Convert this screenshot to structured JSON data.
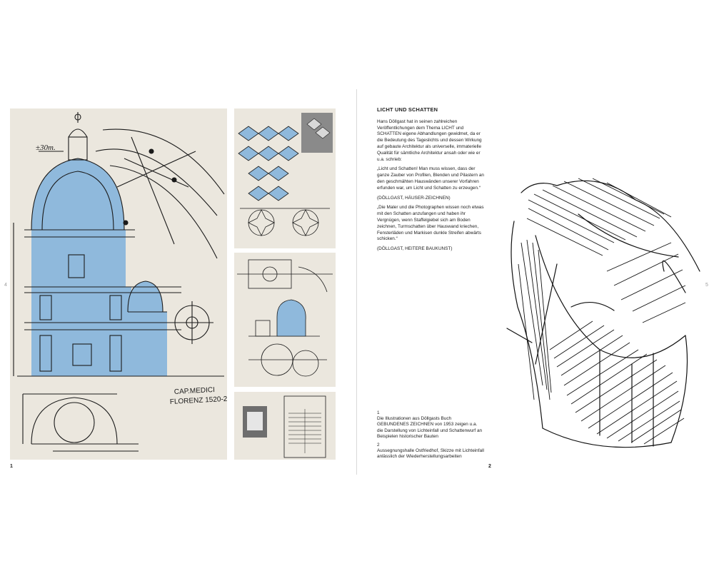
{
  "margins": {
    "left": "4",
    "right": "5"
  },
  "left_page": {
    "figure_main": {
      "handwritten_scale": "±30m.",
      "handwritten_inscription_line1": "CAP.MEDICI",
      "handwritten_inscription_line2": "FLORENZ 1520-2"
    },
    "figure_number": "1"
  },
  "right_page": {
    "heading": "LICHT UND SCHATTEN",
    "intro": "Hans Döllgast hat in seinen zahlreichen Veröffentlichungen dem Thema LICHT und SCHATTEN eigene Abhandlungen gewidmet, da er die Bedeutung des Tageslichts und dessen Wirkung auf gebaute Architektur als universelle, immaterielle Qualität für sämtliche Architektur ansah oder wie er u.a. schrieb:",
    "quote1": "„Licht und Schatten! Man muss wissen, dass der ganze Zauber von Profilen, Blenden und Pilastern an den geschmähten Hauswänden unserer Vorfahren erfunden war, um Licht und Schatten zu erzeugen.“",
    "quote1_source": "(DÖLLGAST, HÄUSER-ZEICHNEN)",
    "quote2": "„Die Maler und die Photographen wissen noch etwas mit den Schatten anzufangen und haben ihr Vergnügen, wenn Staffelgiebel sich am Boden zeichnen, Turmschatten über Hauswand kriechen, Fensterläden und Markisen dunkle Streifen abwärts schicken.“",
    "quote2_source": "(DÖLLGAST, HEITERE BAUKUNST)",
    "caption1_number": "1",
    "caption1_text": "Die Illustrationen aus Döllgasts Buch GEBUNDENES ZEICHNEN von 1953 zeigen u.a. die Darstellung von Lichteinfall und Schattenwurf an Beispielen historischer Bauten",
    "caption2_number": "2",
    "caption2_text": "Aussegnungshalle Ostfriedhof, Skizze mit Lichteinfall anlässlich der Wiederherstellungsarbeiten",
    "figure_number": "2"
  },
  "colors": {
    "paper": "#ffffff",
    "drawing_bg": "#e9e5dc",
    "blue_fill": "#8fb9dc",
    "ink": "#1b1b1b"
  }
}
